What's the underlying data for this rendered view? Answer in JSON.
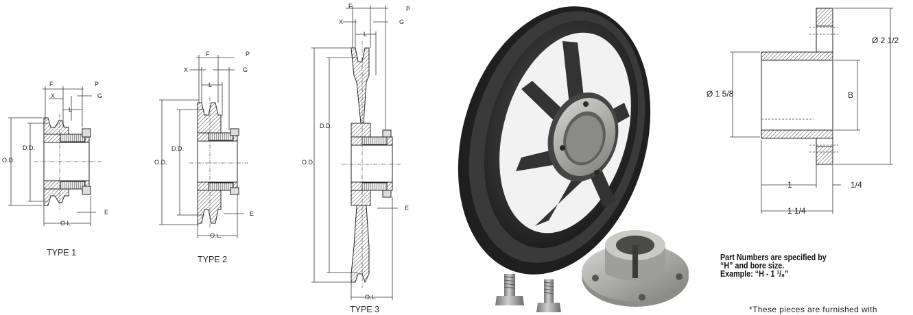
{
  "type1": {
    "caption": "TYPE 1",
    "labels": {
      "f": "F",
      "p": "P",
      "x": "X",
      "g": "G",
      "l": "L",
      "dd": "D.D.",
      "od": "O.D.",
      "ol": "O.L.",
      "e": "E"
    }
  },
  "type2": {
    "caption": "TYPE 2",
    "labels": {
      "f": "F",
      "p": "P",
      "x": "X",
      "g": "G",
      "l": "L",
      "dd": "D.D.",
      "od": "O.D.",
      "ol": "O.L.",
      "e": "E"
    }
  },
  "type3": {
    "caption": "TYPE 3",
    "labels": {
      "f": "F",
      "p": "P",
      "x": "X",
      "g": "G",
      "l": "L",
      "dd": "D.D.",
      "od": "O.D.",
      "ol": "O.L.",
      "e": "E"
    }
  },
  "bushing": {
    "inner_diameter": "Ø 1 5/8",
    "outer_diameter": "Ø 2 1/2",
    "bore": "B",
    "length_body": "1",
    "length_flange": "1/4",
    "length_overall": "1 1/4"
  },
  "note": {
    "line1": "Part Numbers are specified by",
    "line2": "“H” and bore size.",
    "line3": "Example:  “H - 1 ¹/₈”"
  },
  "footnote": "*These pieces are furnished with"
}
